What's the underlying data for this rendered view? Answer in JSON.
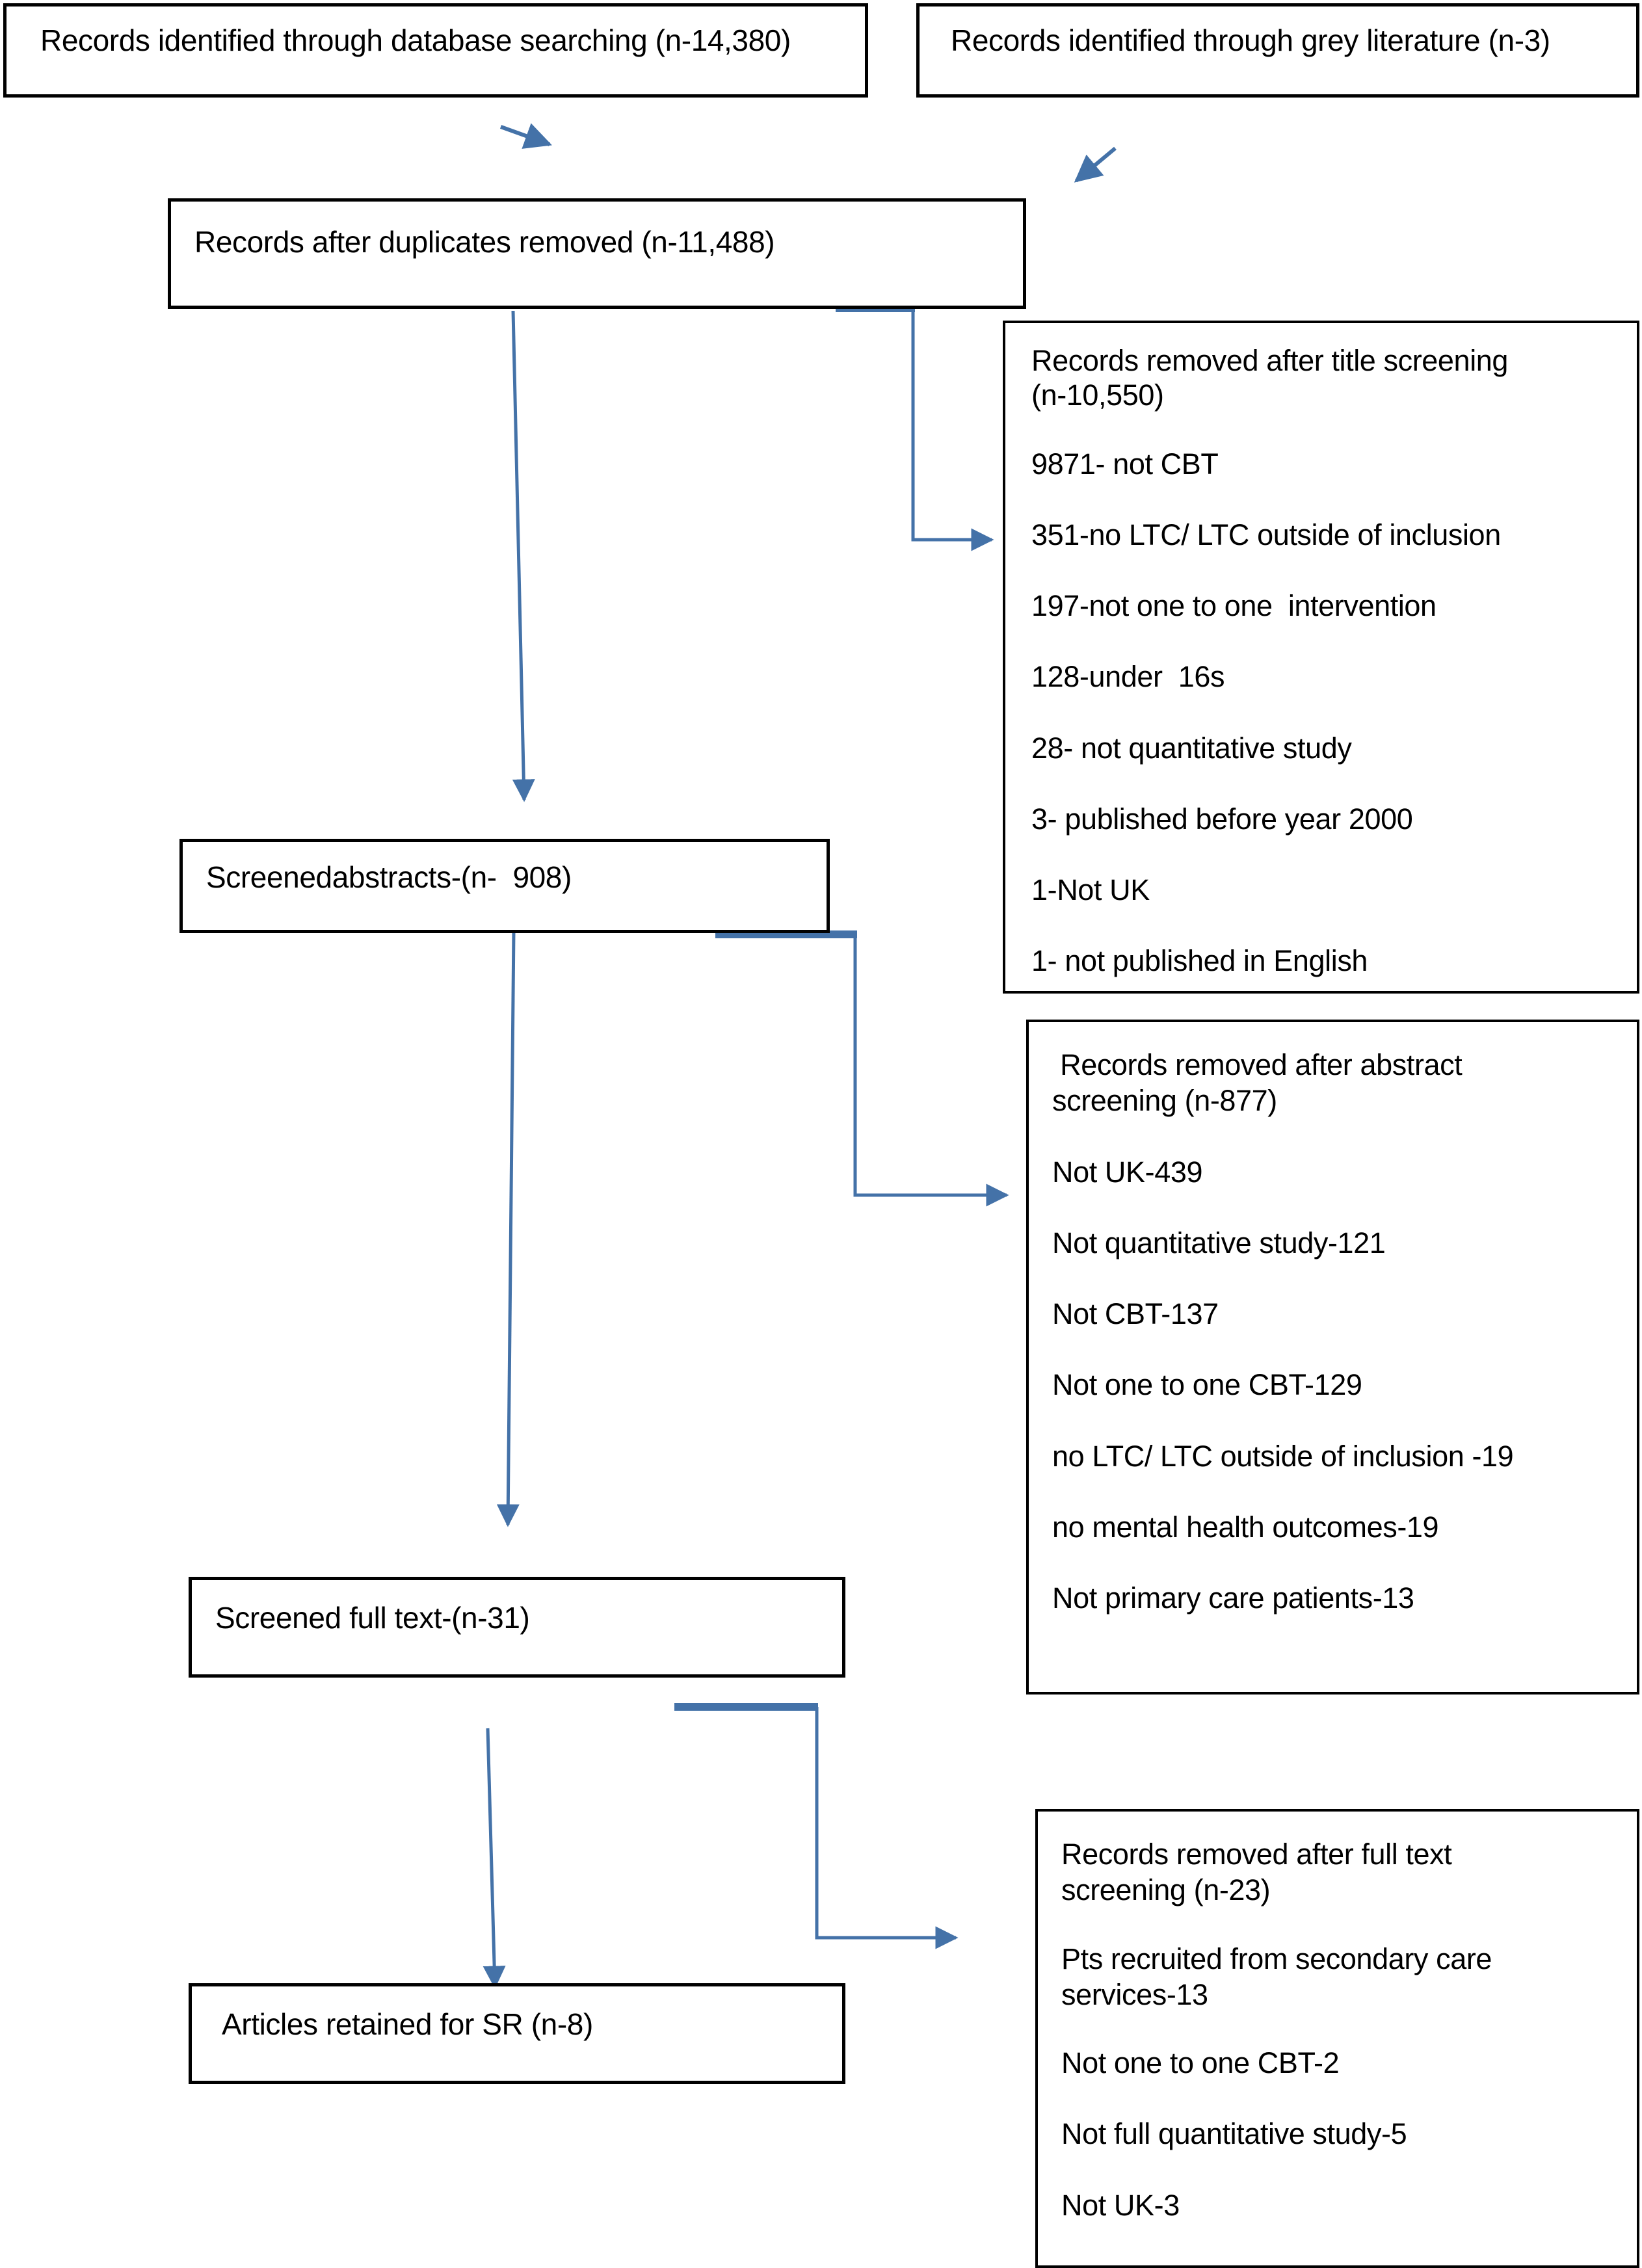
{
  "diagram": {
    "type": "prisma-flow-diagram",
    "accent_color": "#4472a8",
    "border_color": "#000000",
    "background_color": "#ffffff",
    "nodes": {
      "database_search": {
        "lines": [
          "Records identified through database searching (n-14,380)"
        ]
      },
      "grey_literature": {
        "lines": [
          "Records identified through grey literature (n-3)"
        ]
      },
      "duplicates_removed": {
        "lines": [
          "Records after duplicates removed (n-11,488)"
        ]
      },
      "screened_abstracts": {
        "lines": [
          "Screenedabstracts-(n-  908)"
        ]
      },
      "screened_full_text": {
        "lines": [
          "Screened full text-(n-31)"
        ]
      },
      "articles_retained": {
        "lines": [
          "Articles retained for SR (n-8)"
        ]
      },
      "removed_title_screening": {
        "lines": [
          "Records removed after title screening",
          "(n-10,550)",
          "9871- not CBT",
          "351-no LTC/ LTC outside of inclusion",
          "197-not one to one  intervention",
          "128-under  16s",
          "28- not quantitative study",
          "3- published before year 2000",
          "1-Not UK",
          "1- not published in English"
        ]
      },
      "removed_abstract_screening": {
        "lines": [
          " Records removed after abstract",
          "screening (n-877)",
          "Not UK-439",
          "Not quantitative study-121",
          "Not CBT-137",
          "Not one to one CBT-129",
          "no LTC/ LTC outside of inclusion -19",
          "no mental health outcomes-19",
          "Not primary care patients-13"
        ]
      },
      "removed_full_text_screening": {
        "lines": [
          "Records removed after full text",
          "screening (n-23)",
          "Pts recruited from secondary care",
          "services-13",
          "Not one to one CBT-2",
          "Not full quantitative study-5",
          "Not UK-3"
        ]
      }
    },
    "counts": {
      "database_searching": 14380,
      "grey_literature": 3,
      "after_duplicates_removed": 11488,
      "removed_after_title_screening": 10550,
      "screened_abstracts": 908,
      "removed_after_abstract_screening": 877,
      "screened_full_text": 31,
      "removed_after_full_text_screening": 23,
      "articles_retained_for_sr": 8
    }
  }
}
